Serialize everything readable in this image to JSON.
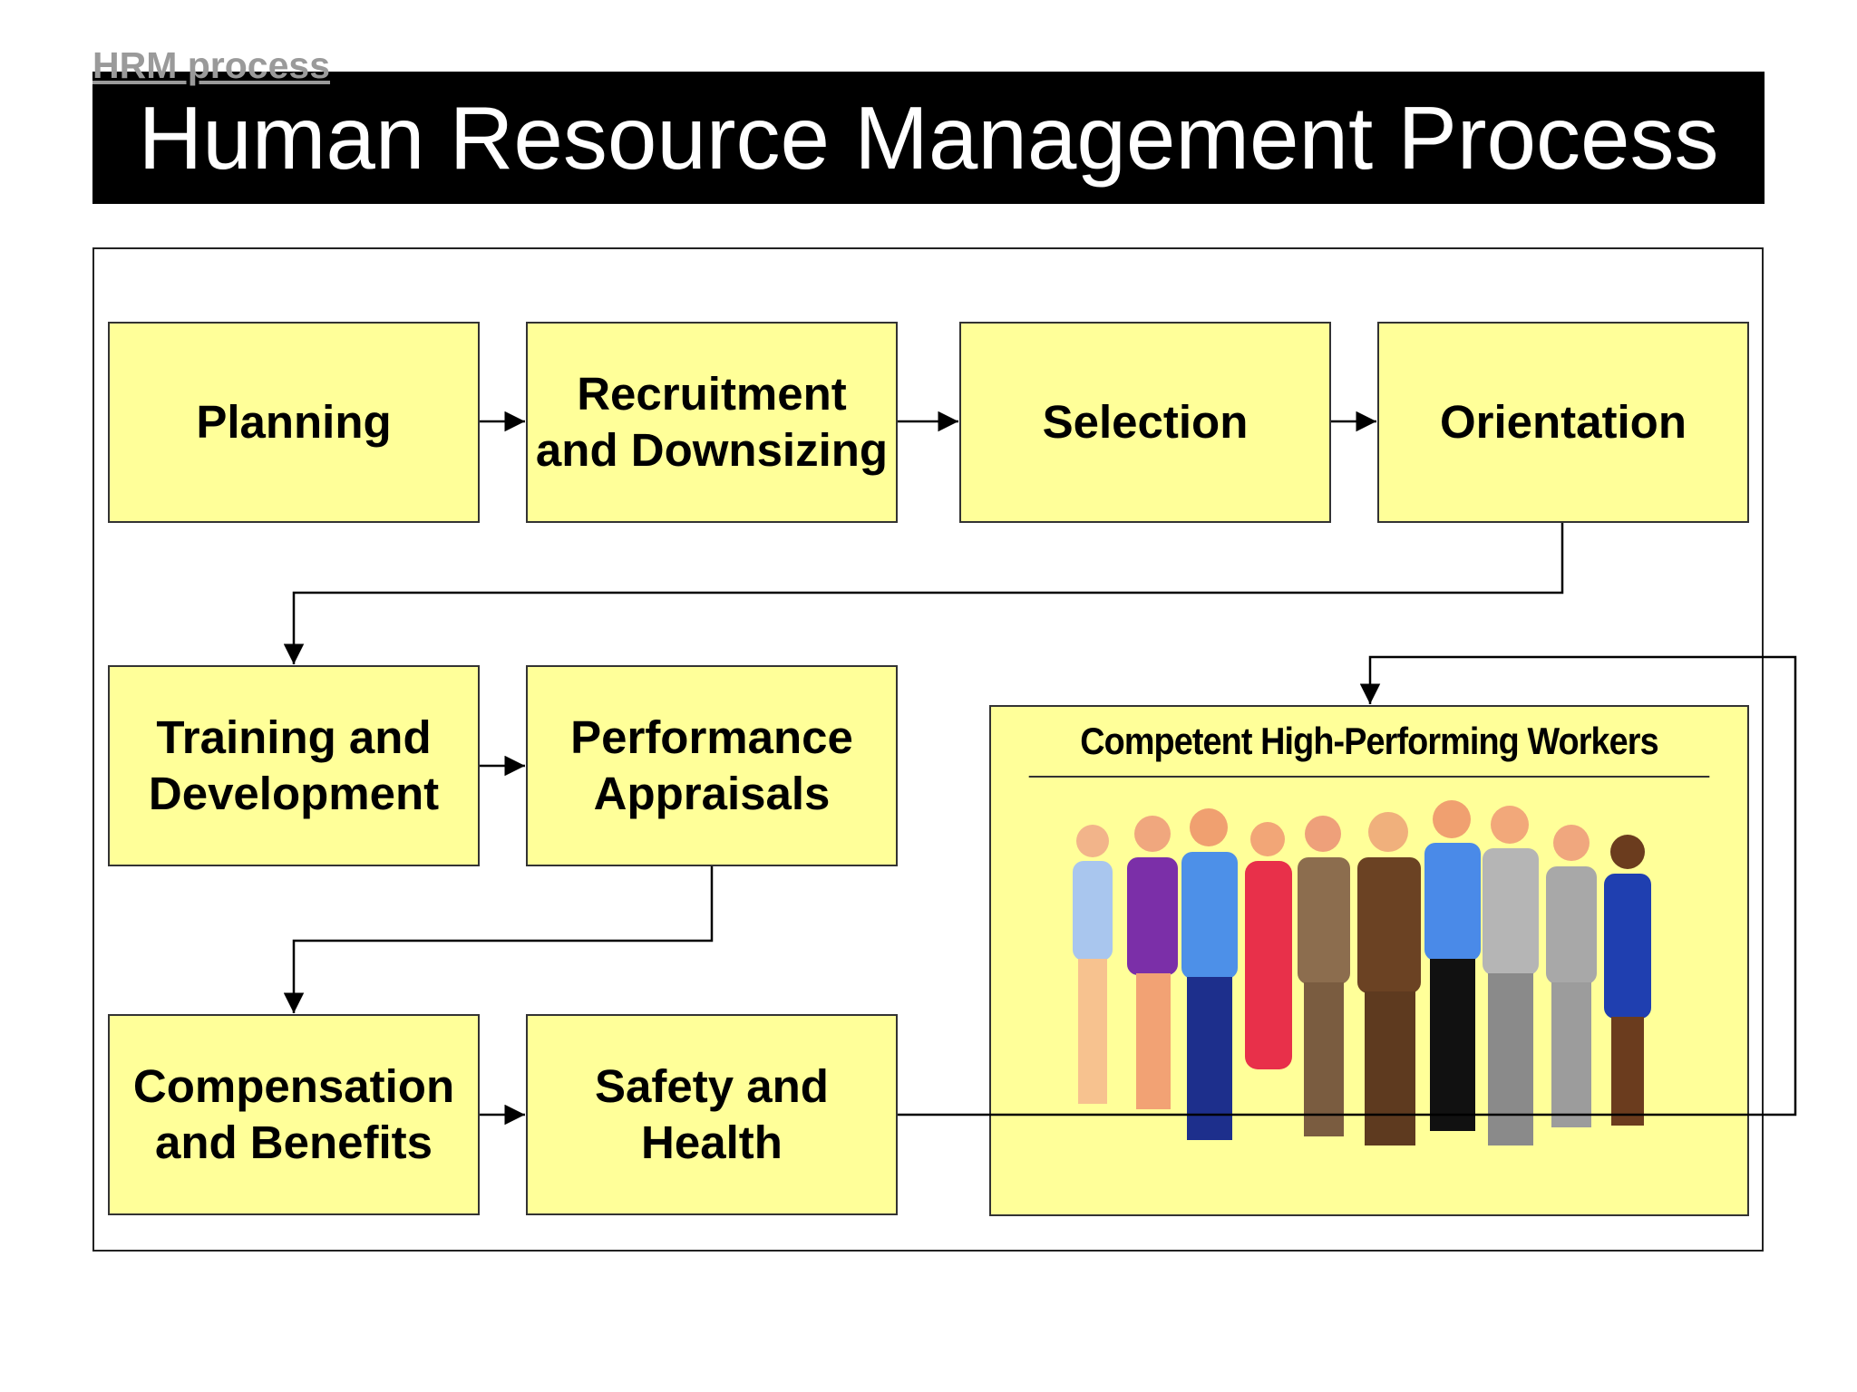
{
  "header": {
    "link_text": "HRM process",
    "title": "Human Resource Management Process"
  },
  "process": {
    "planning": "Planning",
    "recruitment": "Recruitment\nand  Downsizing",
    "selection": "Selection",
    "orientation": "Orientation",
    "training": "Training and\nDevelopment",
    "appraisals": "Performance\nAppraisals",
    "compensation": "Compensation\nand Benefits",
    "safety": "Safety and\nHealth"
  },
  "workers_panel": {
    "title": "Competent High-Performing Workers",
    "illustration": "group-of-workers-clipart"
  },
  "colors": {
    "box_fill": "#ffff99",
    "title_bar": "#000000",
    "title_text": "#ffffff",
    "link_text": "#9a9a9a"
  }
}
